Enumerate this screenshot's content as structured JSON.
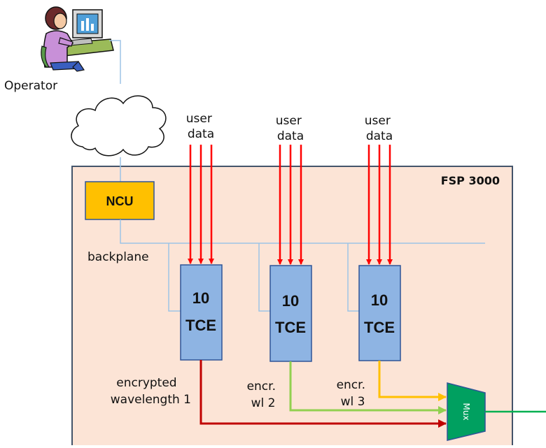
{
  "operator": {
    "label": "Operator",
    "icon": "operator-at-computer-icon"
  },
  "network": {
    "icon": "cloud-icon"
  },
  "chassis": {
    "title": "FSP 3000"
  },
  "ncu": {
    "label": "NCU"
  },
  "backplane": {
    "label": "backplane"
  },
  "tce_cards": [
    {
      "line1": "10",
      "line2": "TCE"
    },
    {
      "line1": "10",
      "line2": "TCE"
    },
    {
      "line1": "10",
      "line2": "TCE"
    }
  ],
  "user_data": [
    {
      "line1": "user",
      "line2": "data"
    },
    {
      "line1": "user",
      "line2": "data"
    },
    {
      "line1": "user",
      "line2": "data"
    }
  ],
  "outputs": [
    {
      "line1": "encrypted",
      "line2": "wavelength 1",
      "color": "#c00000"
    },
    {
      "line1": "encr.",
      "line2": "wl 2",
      "color": "#92d050"
    },
    {
      "line1": "encr.",
      "line2": "wl 3",
      "color": "#ffc000"
    }
  ],
  "mux": {
    "label": "Mux",
    "color": "#00a060"
  },
  "colors": {
    "chassis_fill": "#fce4d6",
    "chassis_border": "#44546a",
    "ncu_fill": "#ffc000",
    "tce_fill": "#8eb4e3",
    "user_data_arrows": "#ff0000",
    "backplane_line": "#9dc3e6",
    "output_line": "#00b050"
  }
}
